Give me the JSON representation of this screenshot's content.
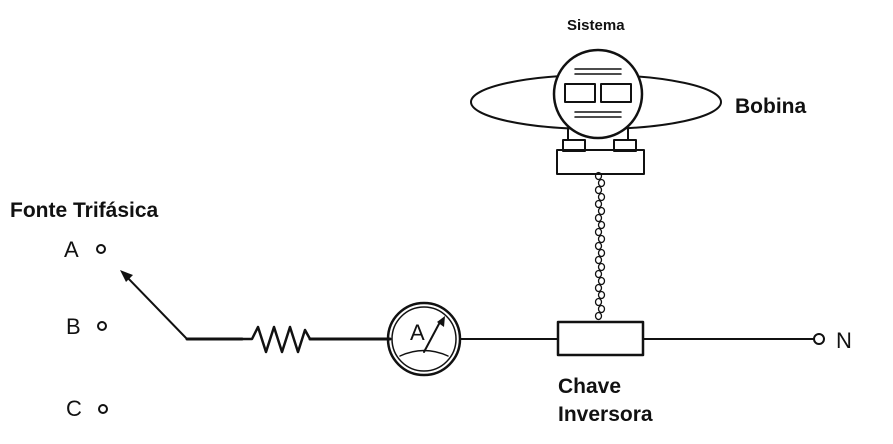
{
  "labels": {
    "source": "Fonte Trifásica",
    "phase_a": "A",
    "phase_b": "B",
    "phase_c": "C",
    "neutral": "N",
    "system": "Sistema",
    "coil": "Bobina",
    "switch_line1": "Chave",
    "switch_line2": "Inversora",
    "ammeter_symbol": "A"
  },
  "colors": {
    "stroke": "#111111",
    "background": "#ffffff"
  }
}
